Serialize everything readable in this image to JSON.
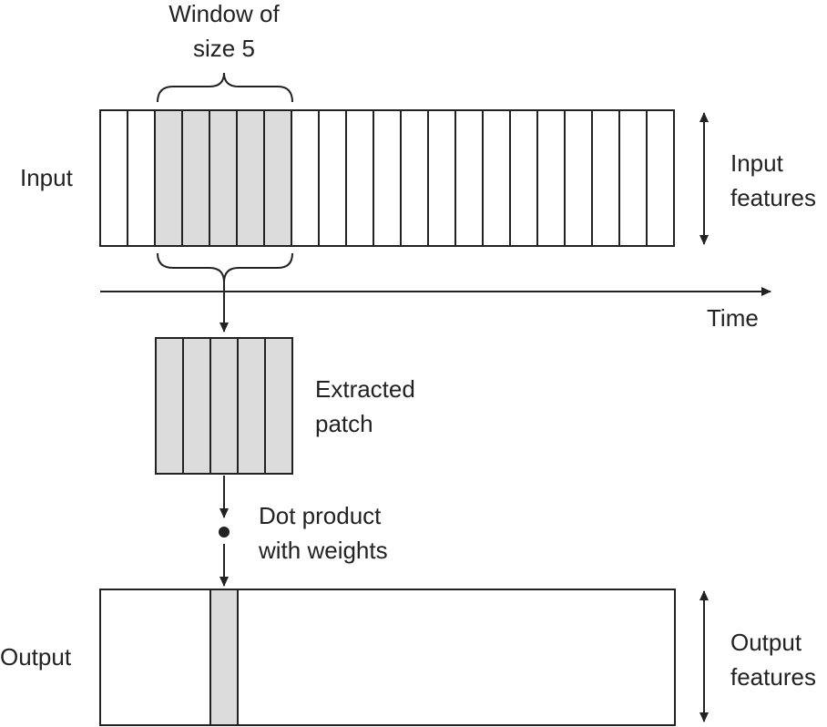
{
  "labels": {
    "window_line1": "Window of",
    "window_line2": "size 5",
    "input": "Input",
    "input_features_line1": "Input",
    "input_features_line2": "features",
    "time": "Time",
    "extracted_line1": "Extracted",
    "extracted_line2": "patch",
    "dot_line1": "Dot product",
    "dot_line2": "with weights",
    "output": "Output",
    "output_features_line1": "Output",
    "output_features_line2": "features"
  },
  "input_sequence": {
    "timesteps": 21,
    "window_start": 2,
    "window_size": 5
  },
  "output_sequence": {
    "highlighted_timestep": 4
  },
  "colors": {
    "highlight": "#dcdcdc",
    "stroke": "#222222",
    "background": "#ffffff"
  }
}
